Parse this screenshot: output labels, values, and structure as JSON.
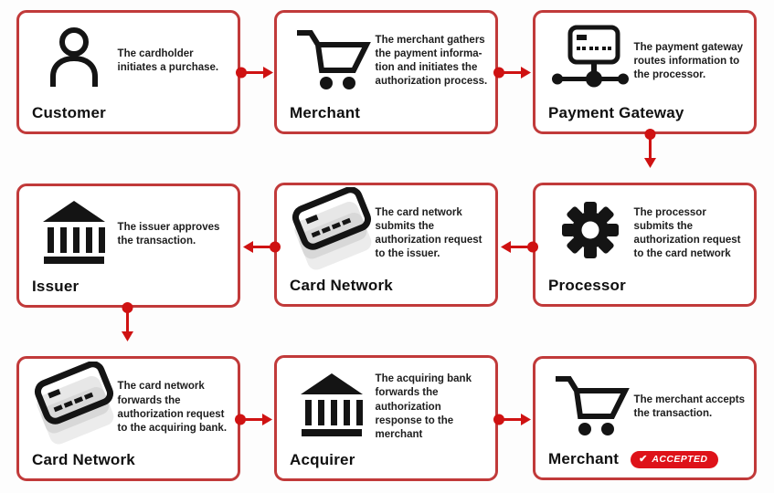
{
  "colors": {
    "border": "#c13a3a",
    "arrow": "#cf1212",
    "badge": "#de1219",
    "icon": "#141414",
    "text": "#1d1d1d"
  },
  "nodes": [
    {
      "title": "Customer",
      "icon": "person-icon",
      "description": "The cardholder\ninitiates a purchase."
    },
    {
      "title": "Merchant",
      "icon": "shopping-cart-icon",
      "description": "The merchant gathers\nthe payment informa-\ntion and initiates the\nauthorization process."
    },
    {
      "title": "Payment Gateway",
      "icon": "payment-terminal-network-icon",
      "description": "The payment gateway\nroutes information to\nthe processor."
    },
    {
      "title": "Issuer",
      "icon": "bank-icon",
      "description": "The issuer approves\nthe transaction."
    },
    {
      "title": "Card Network",
      "icon": "credit-card-icon",
      "description": "The card network\nsubmits the\nauthorization request\nto the issuer."
    },
    {
      "title": "Processor",
      "icon": "gear-icon",
      "description": "The processor\nsubmits the\nauthorization request\nto the card network"
    },
    {
      "title": "Card Network",
      "icon": "credit-card-icon",
      "description": "The card network\nforwards the\nauthorization request\nto the acquiring bank."
    },
    {
      "title": "Acquirer",
      "icon": "bank-icon",
      "description": "The acquiring bank\nforwards the\nauthorization\nresponse to the\nmerchant"
    },
    {
      "title": "Merchant",
      "icon": "shopping-cart-icon",
      "description": "The merchant accepts\nthe transaction.",
      "badge": {
        "check": "✔",
        "label": "ACCEPTED"
      }
    }
  ],
  "connections": [
    {
      "from": "Customer",
      "to": "Merchant",
      "direction": "right"
    },
    {
      "from": "Merchant",
      "to": "Payment Gateway",
      "direction": "right"
    },
    {
      "from": "Payment Gateway",
      "to": "Processor",
      "direction": "down"
    },
    {
      "from": "Processor",
      "to": "Card Network",
      "direction": "left"
    },
    {
      "from": "Card Network",
      "to": "Issuer",
      "direction": "left"
    },
    {
      "from": "Issuer",
      "to": "Card Network",
      "direction": "down"
    },
    {
      "from": "Card Network",
      "to": "Acquirer",
      "direction": "right"
    },
    {
      "from": "Acquirer",
      "to": "Merchant",
      "direction": "right"
    }
  ]
}
